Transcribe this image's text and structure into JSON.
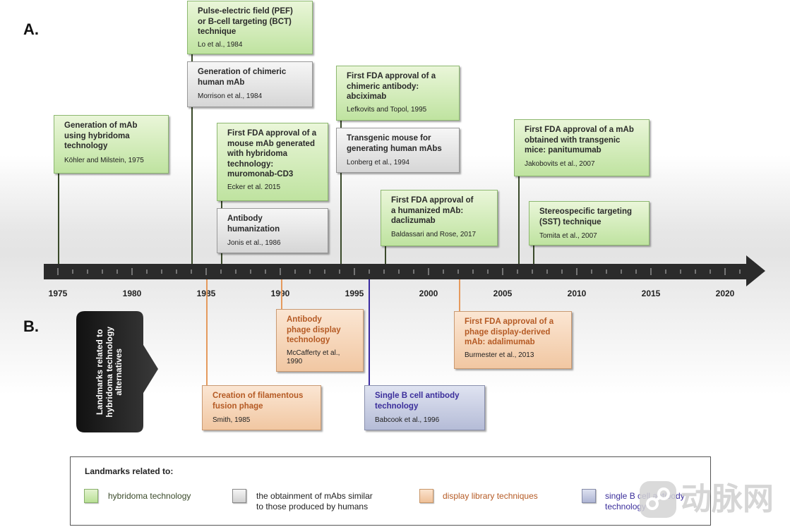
{
  "section_a": "A.",
  "section_b": "B.",
  "timeline": {
    "years": [
      "1975",
      "1980",
      "1985",
      "1990",
      "1995",
      "2000",
      "2005",
      "2010",
      "2015",
      "2020"
    ]
  },
  "events_a": {
    "kohler": {
      "title": [
        "Generation of mAb",
        "using hybridoma",
        "technology"
      ],
      "citation": "Köhler and Milstein, 1975",
      "year": 1975
    },
    "pef": {
      "title": [
        "Pulse-electric field (PEF)",
        "or B-cell targeting (BCT)",
        "technique"
      ],
      "citation": "Lo et al., 1984",
      "year": 1984
    },
    "chimeric": {
      "title": [
        "Generation of chimeric",
        "human mAb"
      ],
      "citation": "Morrison et al., 1984",
      "year": 1984
    },
    "muromonab": {
      "title": [
        "First FDA approval of a",
        "mouse mAb generated",
        "with hybridoma",
        "technology:",
        "muromonab-CD3"
      ],
      "citation": "Ecker et al. 2015",
      "year": 1986
    },
    "humanization": {
      "title": [
        "Antibody",
        "humanization"
      ],
      "citation": "Jonis et al., 1986",
      "year": 1986
    },
    "abciximab": {
      "title": [
        "First FDA approval of a",
        "chimeric antibody:",
        "abciximab"
      ],
      "citation": "Lefkovits and Topol, 1995",
      "year": 1994
    },
    "transgenic": {
      "title": [
        "Transgenic mouse for",
        "generating human mAbs"
      ],
      "citation": "Lonberg et al., 1994",
      "year": 1994
    },
    "daclizumab": {
      "title": [
        "First FDA approval of",
        "a humanized mAb:",
        "daclizumab"
      ],
      "citation": "Baldassari and Rose, 2017",
      "year": 1997
    },
    "panitumumab": {
      "title": [
        "First FDA approval of a mAb",
        "obtained with transgenic",
        "mice: panitumumab"
      ],
      "citation": "Jakobovits et al., 2007",
      "year": 2006
    },
    "sst": {
      "title": [
        "Stereospecific targeting",
        "(SST) technique"
      ],
      "citation": "Tomita et al., 2007",
      "year": 2007
    }
  },
  "events_b": {
    "phage_display": {
      "title": [
        "Antibody",
        "phage display",
        "technology"
      ],
      "citation": [
        "McCafferty et al.,",
        "1990"
      ],
      "year": 1990
    },
    "filamentous": {
      "title": [
        "Creation of filamentous",
        "fusion phage"
      ],
      "citation": [
        "Smith, 1985"
      ],
      "year": 1985
    },
    "single_b": {
      "title": [
        "Single B cell antibody",
        "technology"
      ],
      "citation": [
        "Babcook et al., 1996"
      ],
      "year": 1996
    },
    "adalimumab": {
      "title": [
        "First FDA approval of a",
        "phage display-derived",
        "mAb: adalimumab"
      ],
      "citation": [
        "Burmester et al., 2013"
      ],
      "year": 2002
    }
  },
  "side_tab": {
    "lines": [
      "Landmarks related to",
      "hybridoma technology",
      "alternatives"
    ]
  },
  "legend": {
    "title": "Landmarks related to:",
    "items": [
      {
        "lines": [
          "hybridoma technology"
        ],
        "color": "#3a4a2a"
      },
      {
        "lines": [
          "the obtainment of mAbs similar",
          "to those produced by humans"
        ],
        "color": "#222222"
      },
      {
        "lines": [
          "display library techniques"
        ],
        "color": "#b55a24"
      },
      {
        "lines": [
          "single B cell antibody",
          "technology"
        ],
        "color": "#3b2e9b"
      }
    ]
  },
  "colors": {
    "hybridoma": "#bfe3a0",
    "human_like": "#d6d6d6",
    "display_library": "#f1c7a2",
    "single_b_cell": "#b5bcd7",
    "arrow": "#2b2b2b"
  },
  "watermark": {
    "text": "动脉网"
  }
}
